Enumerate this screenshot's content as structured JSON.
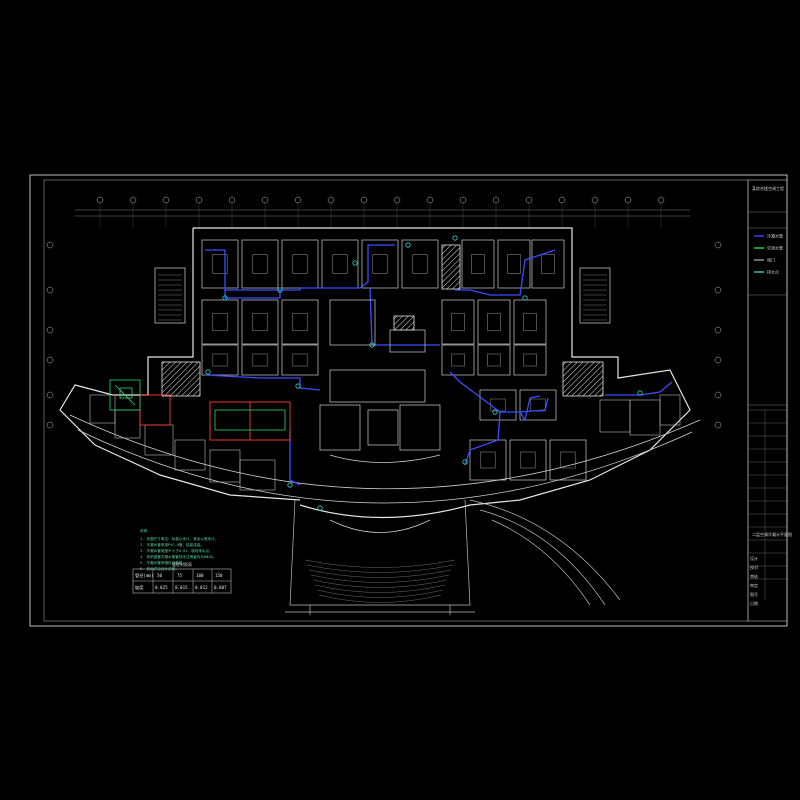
{
  "drawing": {
    "notes_title": "说明",
    "notes": [
      "1. 本图尺寸单位：标高以米计，其余以毫米计。",
      "2. 冷凝水管采用PVC-U管，粘接连接。",
      "3. 冷凝水管坡度不小于0.01，坡向排水点。",
      "4. 风机盘管冷凝水管管径未注明者均为DN20。",
      "5. 冷凝水管穿墙处设套管。",
      "6. 其余详见设计说明。"
    ],
    "pipe_table": {
      "title": "管径对照表",
      "rows": [
        [
          "管径(mm)",
          "50",
          "75",
          "100",
          "150"
        ],
        [
          "坡度",
          "0.025",
          "0.015",
          "0.012",
          "0.007"
        ]
      ]
    },
    "legend": {
      "items": [
        {
          "label": "冷凝水管",
          "color": "#3b4cff"
        },
        {
          "label": "空调水管",
          "color": "#2bd36a"
        },
        {
          "label": "阀门",
          "color": "#9e9e9e"
        },
        {
          "label": "排水点",
          "color": "#2bd3c8"
        }
      ]
    },
    "title_block": {
      "project": "某综合楼空调工程",
      "drawing_name": "二层空调冷凝水平面图",
      "fields": [
        "设计",
        "校对",
        "审核",
        "审定",
        "图号",
        "日期"
      ]
    },
    "colors": {
      "background": "#000000",
      "wall": "#e6e6e6",
      "condensate_pipe": "#3b4cff",
      "drain_point": "#2bd3c8",
      "equipment": "#26d96b",
      "highlight": "#ff3b3b",
      "text": "#cfcfcf"
    }
  }
}
